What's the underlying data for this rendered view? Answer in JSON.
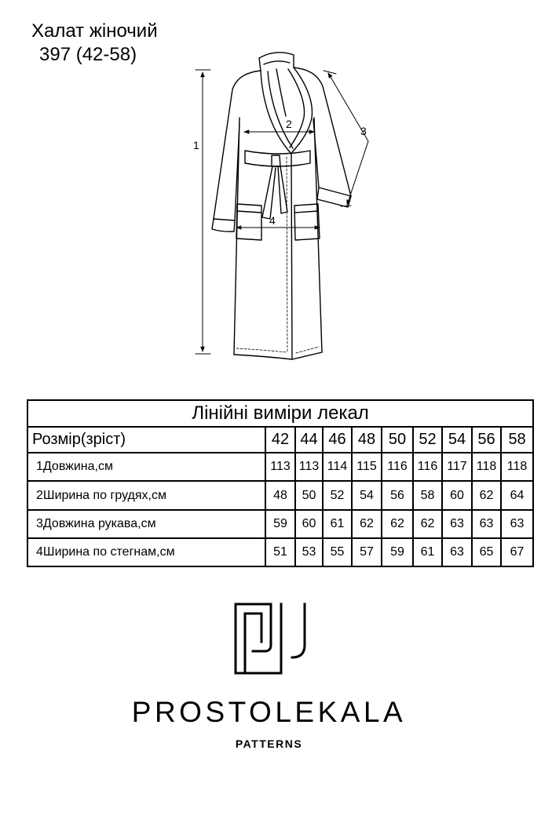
{
  "header": {
    "title": "Халат жіночий",
    "model": "397 (42-58)"
  },
  "diagram": {
    "labels": {
      "length": "1",
      "chest": "2",
      "sleeve": "3",
      "hips": "4"
    }
  },
  "table": {
    "title": "Лінійні виміри лекал",
    "size_label": "Розмір(зріст)",
    "sizes": [
      42,
      44,
      46,
      48,
      50,
      52,
      54,
      56,
      58
    ],
    "rows": [
      {
        "label": "1Довжина,см",
        "values": [
          113,
          113,
          114,
          115,
          116,
          116,
          117,
          118,
          118
        ]
      },
      {
        "label": "2Ширина по грудях,см",
        "values": [
          48,
          50,
          52,
          54,
          56,
          58,
          60,
          62,
          64
        ]
      },
      {
        "label": "3Довжина рукава,см",
        "values": [
          59,
          60,
          61,
          62,
          62,
          62,
          63,
          63,
          63
        ]
      },
      {
        "label": "4Ширина по стегнам,см",
        "values": [
          51,
          53,
          55,
          57,
          59,
          61,
          63,
          65,
          67
        ]
      }
    ]
  },
  "brand": {
    "name": "PROSTOLEKALA",
    "tagline": "PATTERNS",
    "logo_icon": "pl-monogram-icon"
  },
  "colors": {
    "ink": "#000000",
    "paper": "#ffffff"
  }
}
